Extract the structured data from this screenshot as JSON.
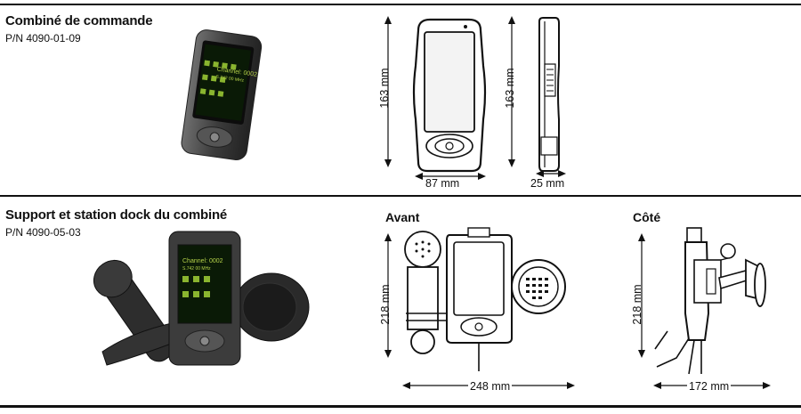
{
  "section1": {
    "title": "Combiné de commande",
    "part_number": "P/N 4090-01-09",
    "screen_text": [
      "Channel: 0002",
      "S.742 00 MHz"
    ],
    "dims": {
      "height": "163 mm",
      "height_side": "163 mm",
      "width": "87 mm",
      "depth": "25 mm"
    }
  },
  "section2": {
    "title": "Support et station dock du combiné",
    "part_number": "P/N 4090-05-03",
    "screen_text": [
      "Channel: 0002",
      "S.742 00 MHz"
    ],
    "front_label": "Avant",
    "side_label": "Côté",
    "dims": {
      "height_front": "218 mm",
      "width_front": "248 mm",
      "height_side": "218 mm",
      "width_side": "172 mm"
    }
  }
}
